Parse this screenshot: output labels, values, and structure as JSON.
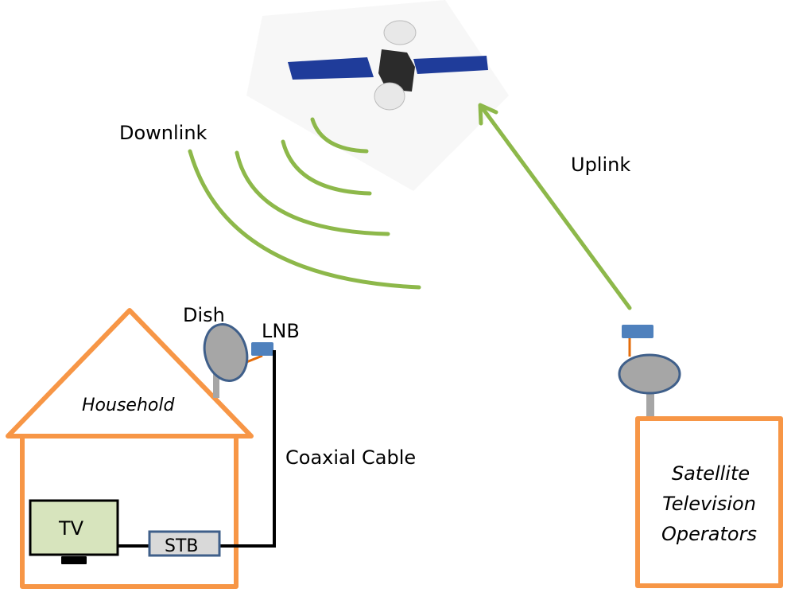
{
  "diagram": {
    "title": "Satellite television distribution",
    "labels": {
      "downlink": "Downlink",
      "uplink": "Uplink",
      "dish": "Dish",
      "lnb": "LNB",
      "household": "Household",
      "coaxial_cable": "Coaxial Cable",
      "tv": "TV",
      "stb": "STB",
      "operators_line1": "Satellite",
      "operators_line2": "Television",
      "operators_line3": "Operators"
    },
    "colors": {
      "house_outline": "#F79646",
      "signal_green": "#8DB84A",
      "dish_fill": "#A6A6A6",
      "dish_outline": "#3F5F8A",
      "lnb_fill": "#4F81BD",
      "tv_fill": "#D7E4BD",
      "stb_fill": "#D9D9D9",
      "cable": "#000000",
      "feed_arm": "#E46C0A",
      "solar_panel": "#1F3C9A",
      "satellite_body": "#2B2B2B"
    },
    "signals": {
      "downlink_arcs": 4,
      "uplink_arrow": true
    }
  }
}
